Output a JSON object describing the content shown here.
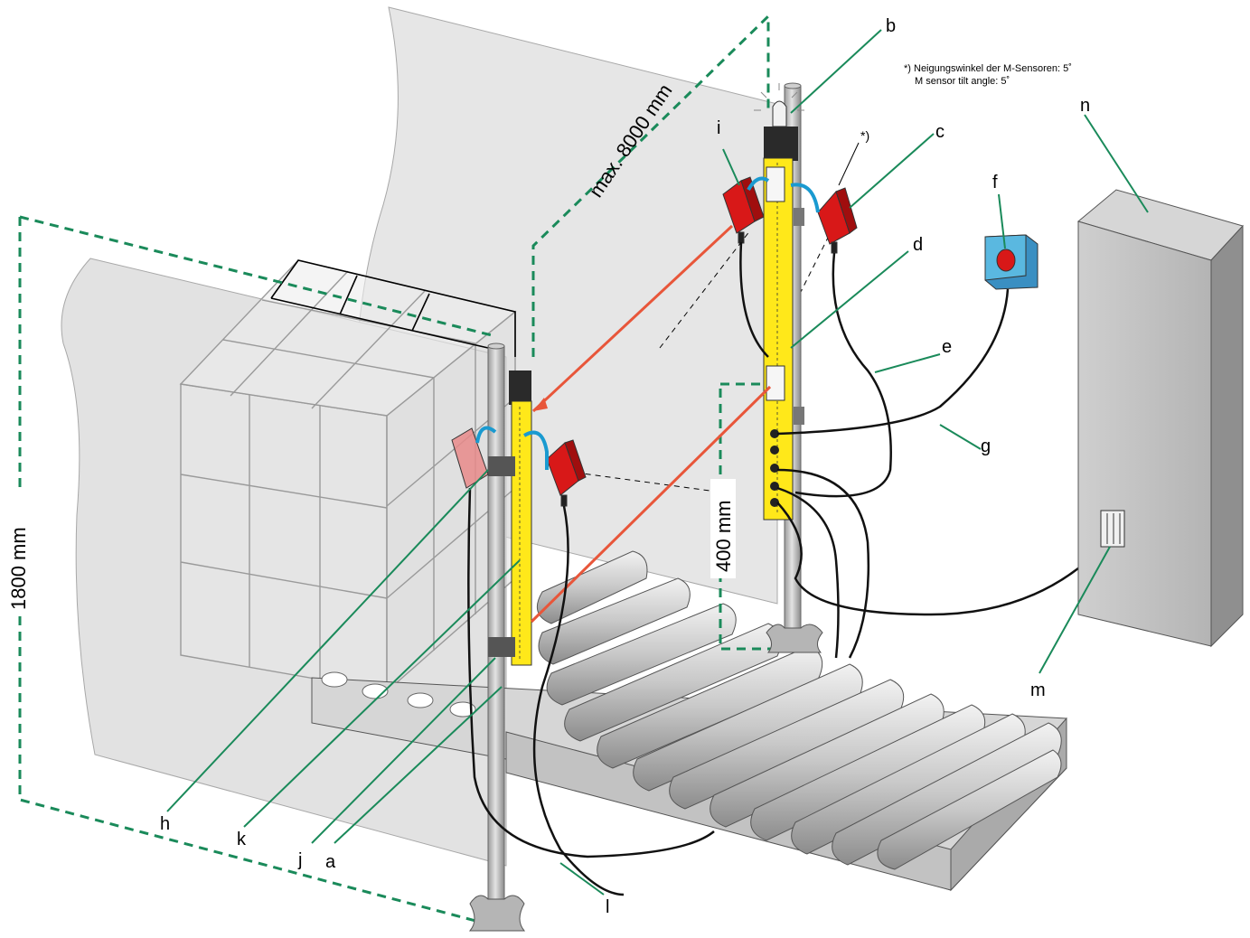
{
  "labels": {
    "a": "a",
    "b": "b",
    "c": "c",
    "d": "d",
    "e": "e",
    "f": "f",
    "g": "g",
    "h": "h",
    "i": "i",
    "j": "j",
    "k": "k",
    "l": "l",
    "m": "m",
    "n": "n",
    "star": "*)"
  },
  "dimensions": {
    "max_distance": "max. 8000 mm",
    "height": "1800 mm",
    "spacing": "400 mm"
  },
  "footnote": {
    "line1": "*) Neigungswinkel der M-Sensoren: 5˚",
    "line2": "M sensor tilt angle: 5˚"
  },
  "colors": {
    "callout": "#1a8a5a",
    "dim_dashed": "#1a8a5a",
    "beam": "#e8563a",
    "sensor_yellow": "#ffe81a",
    "muting_red": "#d81818",
    "cable_blue": "#1a9ad0",
    "cabinet": "#b8b8b8",
    "button_box": "#5ab8e0",
    "button": "#d81818"
  }
}
